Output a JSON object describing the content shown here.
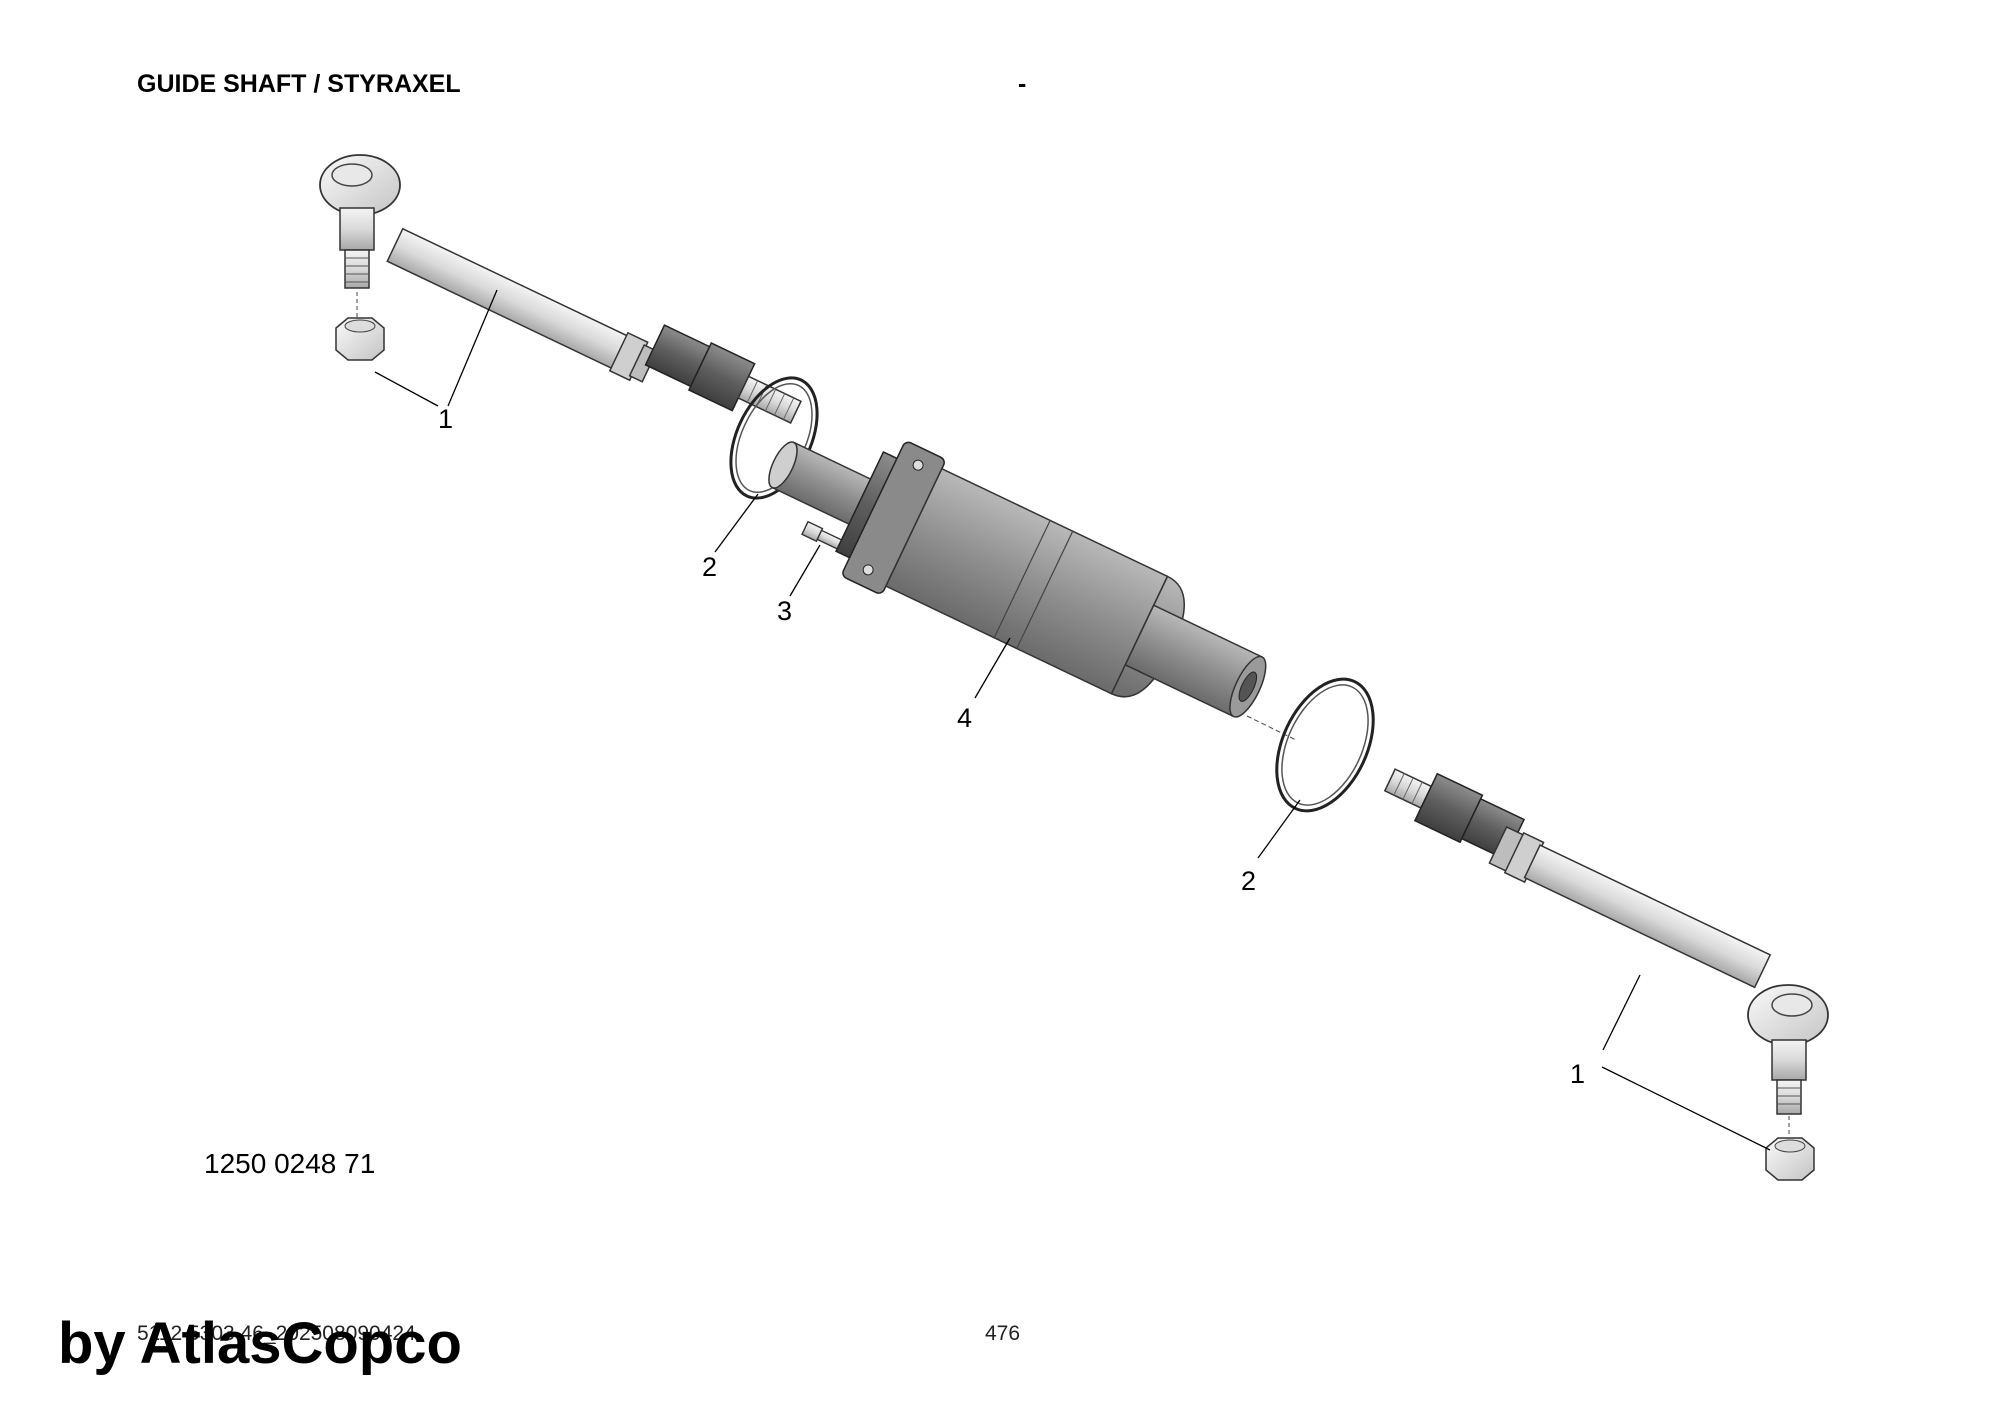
{
  "header": {
    "title": "GUIDE SHAFT / STYRAXEL",
    "dash": "-"
  },
  "drawing": {
    "part_number": "1250 0248 71",
    "callouts": {
      "c1_top": "1",
      "c2_top": "2",
      "c3": "3",
      "c4": "4",
      "c2_bottom": "2",
      "c1_bottom": "1"
    }
  },
  "footer": {
    "doc_id": "5112 5303 46_202508090424",
    "page": "476",
    "brand": "by AtlasCopco"
  }
}
